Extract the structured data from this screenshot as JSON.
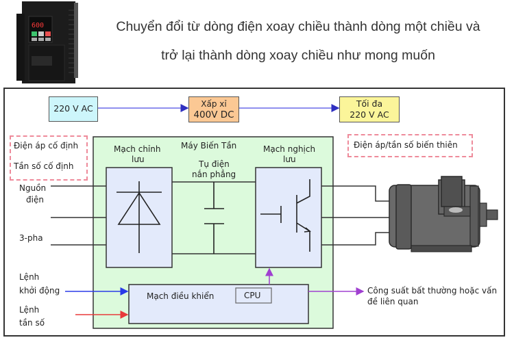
{
  "header": {
    "title_line1": "Chuyển đổi từ dòng điện xoay chiều thành dòng một chiều và",
    "title_line2": "trở lại thành dòng xoay chiều như mong muốn"
  },
  "device_display": "600",
  "flow": {
    "input_box": "220 V AC",
    "dc_box_line1": "Xấp xỉ",
    "dc_box_line2": "400V DC",
    "output_box_line1": "Tối đa",
    "output_box_line2": "220 V AC"
  },
  "fixed_note": {
    "line1": "Điện áp cố định",
    "line2": "Tần số cố định"
  },
  "variable_note": "Điện áp/tần số biến thiên",
  "inverter": {
    "title": "Máy Biến Tần",
    "rectifier_label_line1": "Mạch chỉnh",
    "rectifier_label_line2": "lưu",
    "capacitor_label_line1": "Tụ điện",
    "capacitor_label_line2": "nắn phẳng",
    "inverter_label_line1": "Mạch nghịch",
    "inverter_label_line2": "lưu",
    "control_label": "Mạch điều khiển",
    "cpu_label": "CPU"
  },
  "inputs": {
    "power_line1": "Nguồn",
    "power_line2": "điện",
    "phase": "3-pha",
    "start_line1": "Lệnh",
    "start_line2": "khởi động",
    "freq_line1": "Lệnh",
    "freq_line2": "tần số"
  },
  "output_note_line1": "Công suất bất thường hoặc vấn",
  "output_note_line2": "đề liên quan",
  "colors": {
    "input_box": "#cdf6fb",
    "dc_box": "#fbc894",
    "output_box": "#fbf59a",
    "inverter_bg": "#dcfadc",
    "block_bg": "#e3eafb",
    "flow_arrow": "#6a6ae8",
    "start_arrow": "#2a3ae8",
    "freq_arrow": "#e83a3a",
    "status_arrow": "#a040d0",
    "dashed_border": "#ee8a9a"
  }
}
